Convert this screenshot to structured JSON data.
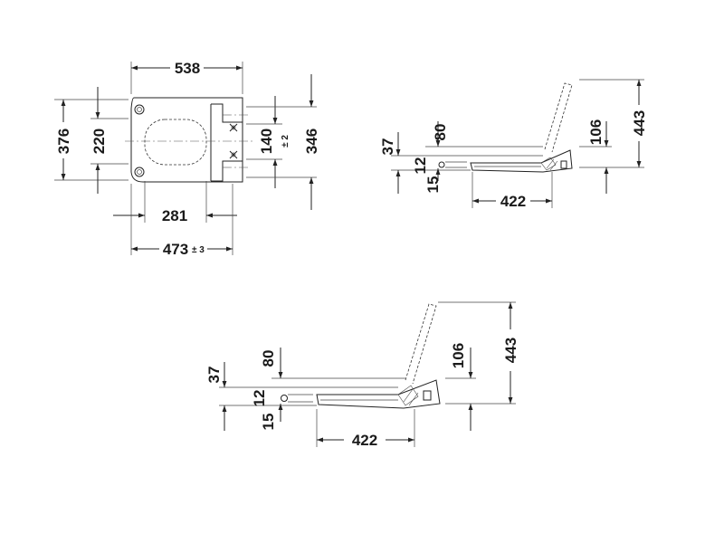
{
  "top_view": {
    "width_overall": "538",
    "depth_overall": "376",
    "depth_inner": "220",
    "hinge_spacing": "140",
    "hinge_spacing_tol": "± 2",
    "depth_total": "346",
    "seat_width": "281",
    "fixing_distance": "473",
    "fixing_distance_tol": "± 3"
  },
  "side_view_small": {
    "height_37": "37",
    "height_80": "80",
    "height_12": "12",
    "height_15": "15",
    "length_422": "422",
    "height_106": "106",
    "height_443": "443"
  },
  "side_view_large": {
    "height_37": "37",
    "height_80": "80",
    "height_12": "12",
    "height_15": "15",
    "length_422": "422",
    "height_106": "106",
    "height_443": "443"
  }
}
